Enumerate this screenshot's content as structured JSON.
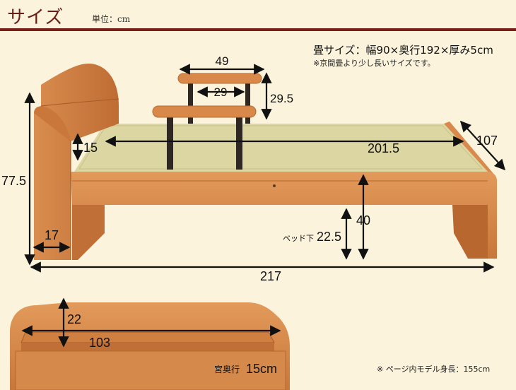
{
  "header": {
    "title": "サイズ",
    "unit": "単位：cm"
  },
  "spec": {
    "tatami": "畳サイズ：幅90×奥行192×厚み5cm",
    "note": "※京間畳より少し長いサイズです。"
  },
  "dimensions": {
    "rail_width": "49",
    "rail_inner": "29",
    "rail_height": "29.5",
    "headboard_step": "15",
    "tatami_length": "201.5",
    "width": "107",
    "total_height": "77.5",
    "headboard_thickness": "17",
    "underbed_label": "ベッド下",
    "underbed": "22.5",
    "frame_height": "40",
    "total_length": "217"
  },
  "shelf": {
    "height": "22",
    "width": "103",
    "depth_label": "宮奥行",
    "depth": "15cm"
  },
  "footnote": "※ ページ内モデル身長：155cm",
  "colors": {
    "title": "#6a1d16",
    "rule": "#7a1f17",
    "wood": "#d8894a",
    "wood_dark": "#b8672e",
    "tatami": "#dcd7a2",
    "rail_post": "#2f2722"
  }
}
